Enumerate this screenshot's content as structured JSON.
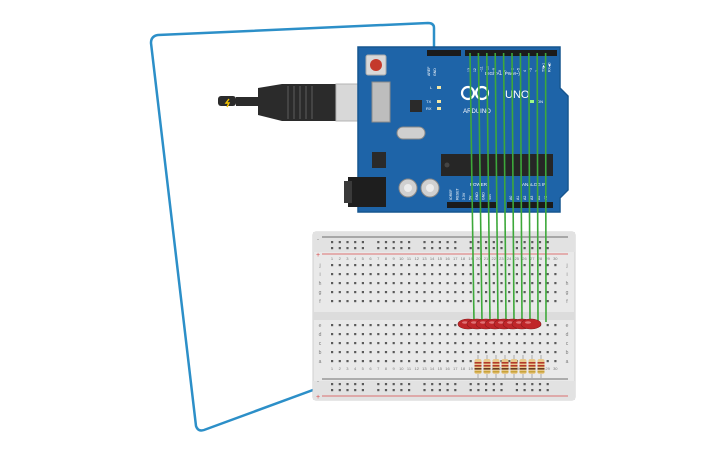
{
  "board": {
    "logo_text": "ARDUINO",
    "model_text": "UNO",
    "digital_header_label": "DIGITAL (PWM~)",
    "power_header_label": "POWER",
    "analog_header_label": "ANALOG IN",
    "on_label": "ON",
    "l_label": "L",
    "tx_label": "TX",
    "rx_label": "RX",
    "aref_label": "AREF",
    "gnd_label": "GND",
    "pin_labels_top": [
      "13",
      "12",
      "~11",
      "~10",
      "~9",
      "8",
      "7",
      "~6",
      "~5",
      "4",
      "~3",
      "2",
      "TX▶1",
      "RX◀0"
    ],
    "pin_labels_power": [
      "IOREF",
      "RESET",
      "3.3V",
      "5V",
      "GND",
      "GND",
      "VIN"
    ],
    "pin_labels_analog": [
      "A0",
      "A1",
      "A2",
      "A3",
      "A4",
      "A5"
    ]
  },
  "breadboard": {
    "column_numbers": [
      "1",
      "2",
      "3",
      "4",
      "5",
      "6",
      "7",
      "8",
      "9",
      "10",
      "11",
      "12",
      "13",
      "14",
      "15",
      "16",
      "17",
      "18",
      "19",
      "20",
      "21",
      "22",
      "23",
      "24",
      "25",
      "26",
      "27",
      "28",
      "29",
      "30"
    ],
    "row_letters_top": [
      "j",
      "i",
      "h",
      "g",
      "f"
    ],
    "row_letters_bottom": [
      "e",
      "d",
      "c",
      "b",
      "a"
    ],
    "rail_plus": "+",
    "rail_minus": "-"
  },
  "components": {
    "led_count": 8,
    "resistor_count": 8,
    "wire_count": 10
  },
  "colors": {
    "board": "#1e64a8",
    "board_edge": "#17568f",
    "breadboard": "#e9e9e9",
    "wire_signal": "#3da83a",
    "wire_ground": "#2c8fc8",
    "led_red": "#c0262a",
    "resistor_body": "#e8c98c",
    "rail_red": "#d94a4a"
  }
}
